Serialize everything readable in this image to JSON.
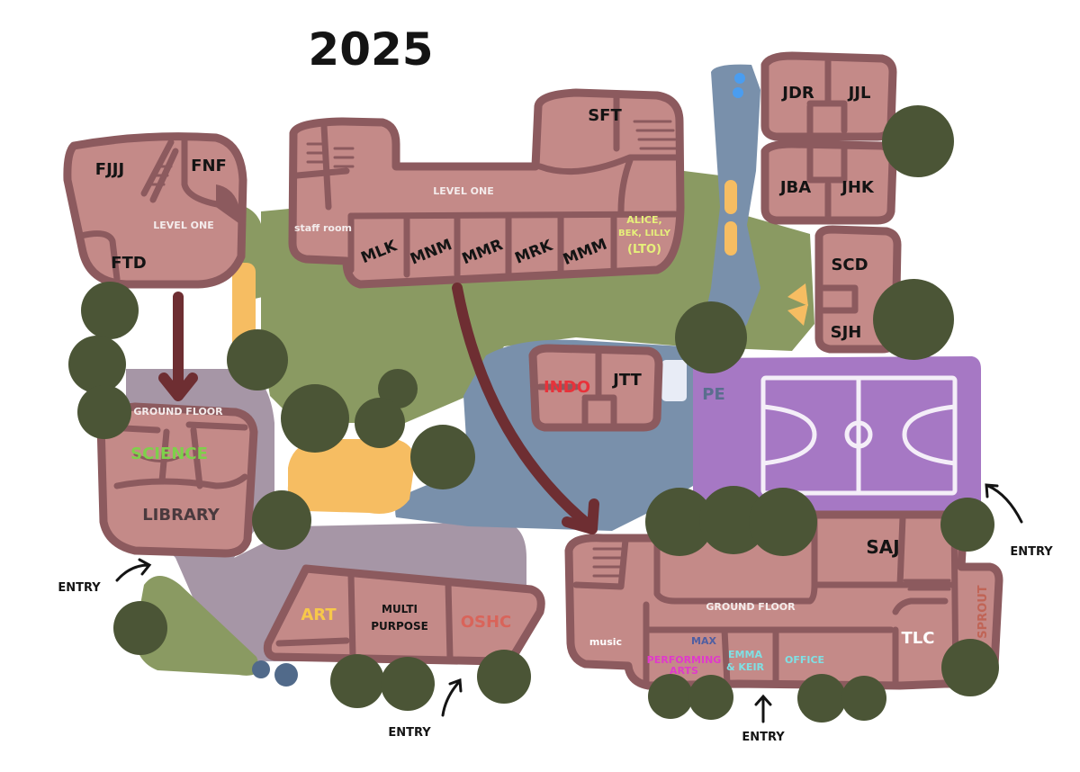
{
  "map": {
    "year": "2025",
    "upper_left": {
      "rooms": [
        "FJJJ",
        "FNF",
        "FTD"
      ],
      "level": "LEVEL ONE"
    },
    "upper_centre": {
      "level": "LEVEL ONE",
      "staff_room": "staff room",
      "rooms": [
        "MLK",
        "MNM",
        "MMR",
        "MRK",
        "MMM"
      ],
      "lto": {
        "line1": "ALICE,",
        "line2": "BEK, LILLY",
        "line3": "(LTO)"
      },
      "top_room": "SFT"
    },
    "right_column": {
      "rooms": [
        "JDR",
        "JJL",
        "JBA",
        "JHK",
        "SCD",
        "SJH"
      ]
    },
    "middle": {
      "indo": "INDO",
      "jtt": "JTT",
      "pe": "PE"
    },
    "lower_left": {
      "level": "GROUND FLOOR",
      "science": "SCIENCE",
      "library": "LIBRARY"
    },
    "lower_centre": {
      "art": "ART",
      "multi_line1": "MULTI",
      "multi_line2": "PURPOSE",
      "oshc": "OSHC"
    },
    "lower_right": {
      "level": "GROUND FLOOR",
      "saj": "SAJ",
      "music": "music",
      "max": "MAX",
      "perf_line1": "PERFORMING",
      "perf_line2": "ARTS",
      "emma_line1": "EMMA",
      "emma_line2": "& KEIR",
      "office": "OFFICE",
      "tlc": "TLC",
      "sprout": "SPROUT"
    },
    "entries": [
      "ENTRY",
      "ENTRY",
      "ENTRY",
      "ENTRY"
    ],
    "colors": {
      "building": "#c48a88",
      "building_outline": "#8c5a5e",
      "grass": "#8a9a62",
      "path": "#a696a6",
      "water": "#7990ab",
      "sandpit": "#f6bd62",
      "court": "#a678c4",
      "tree": "#4b5536",
      "arrow": "#6e2e32",
      "science": "#7ed04b",
      "indo": "#e8323a",
      "pe": "#5a6e8e",
      "art": "#f7c84a",
      "oshc": "#d9645a",
      "performing_arts": "#e03acb",
      "emma_keir": "#7fe0e4",
      "office": "#7fe0e4",
      "max": "#4f5ea2",
      "lto": "#e6f07a",
      "sprout": "#c06456"
    }
  }
}
